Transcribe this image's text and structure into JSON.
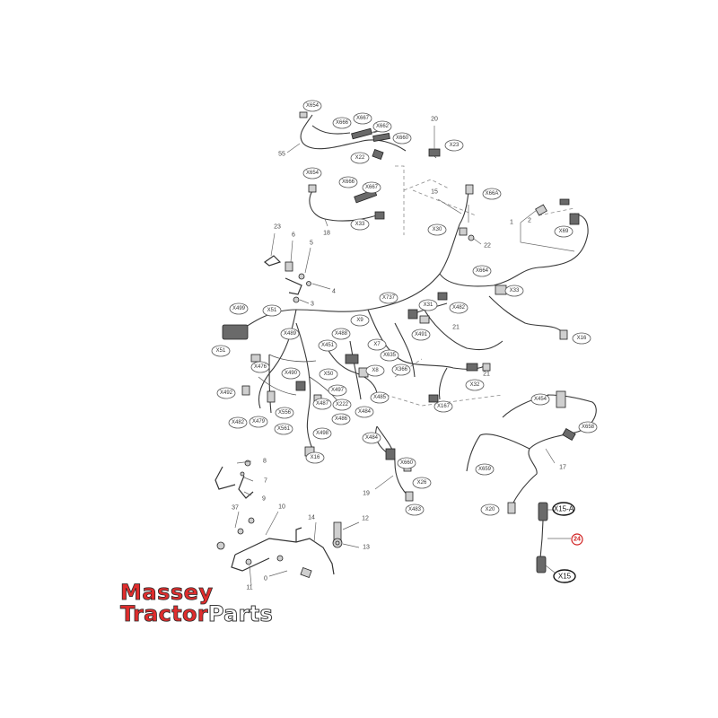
{
  "logo": {
    "line1": "Massey",
    "line2_red": "Tractor",
    "line2_outline": "Parts"
  },
  "highlight_color": "#d02020",
  "brand_color": "#e02d2d",
  "connector_tags": [
    {
      "id": "t1",
      "label": "X654"
    },
    {
      "id": "t2",
      "label": "X666"
    },
    {
      "id": "t3",
      "label": "X667"
    },
    {
      "id": "t4",
      "label": "X662"
    },
    {
      "id": "t5",
      "label": "X660"
    },
    {
      "id": "t6",
      "label": "X22"
    },
    {
      "id": "t7",
      "label": "X654"
    },
    {
      "id": "t8",
      "label": "X666"
    },
    {
      "id": "t9",
      "label": "X667"
    },
    {
      "id": "t10",
      "label": "X33"
    },
    {
      "id": "t11",
      "label": "X23"
    },
    {
      "id": "t12",
      "label": "X66A"
    },
    {
      "id": "t13",
      "label": "X30"
    },
    {
      "id": "t14",
      "label": "X69"
    },
    {
      "id": "t15",
      "label": "X664"
    },
    {
      "id": "t16",
      "label": "X33"
    },
    {
      "id": "t17",
      "label": "X737"
    },
    {
      "id": "t18",
      "label": "X482"
    },
    {
      "id": "t19",
      "label": "X31"
    },
    {
      "id": "t20",
      "label": "X16"
    },
    {
      "id": "t21",
      "label": "X499"
    },
    {
      "id": "t22",
      "label": "X51"
    },
    {
      "id": "t23",
      "label": "X489"
    },
    {
      "id": "t24",
      "label": "X9"
    },
    {
      "id": "t25",
      "label": "X491"
    },
    {
      "id": "t26",
      "label": "X488"
    },
    {
      "id": "t27",
      "label": "X451"
    },
    {
      "id": "t28",
      "label": "X7"
    },
    {
      "id": "t29",
      "label": "X51"
    },
    {
      "id": "t30",
      "label": "X476"
    },
    {
      "id": "t31",
      "label": "X490"
    },
    {
      "id": "t32",
      "label": "X635"
    },
    {
      "id": "t33",
      "label": "X8"
    },
    {
      "id": "t34",
      "label": "X366"
    },
    {
      "id": "t35",
      "label": "X32"
    },
    {
      "id": "t36",
      "label": "X50"
    },
    {
      "id": "t37",
      "label": "X497"
    },
    {
      "id": "t38",
      "label": "X487"
    },
    {
      "id": "t39",
      "label": "X222"
    },
    {
      "id": "t40",
      "label": "X485"
    },
    {
      "id": "t41",
      "label": "X492"
    },
    {
      "id": "t42",
      "label": "X556"
    },
    {
      "id": "t43",
      "label": "X484"
    },
    {
      "id": "t44",
      "label": "X486"
    },
    {
      "id": "t45",
      "label": "X167"
    },
    {
      "id": "t46",
      "label": "X454"
    },
    {
      "id": "t47",
      "label": "X658"
    },
    {
      "id": "t48",
      "label": "X482"
    },
    {
      "id": "t49",
      "label": "X479"
    },
    {
      "id": "t50",
      "label": "X561"
    },
    {
      "id": "t51",
      "label": "X498"
    },
    {
      "id": "t52",
      "label": "X484"
    },
    {
      "id": "t53",
      "label": "X16"
    },
    {
      "id": "t54",
      "label": "X660"
    },
    {
      "id": "t55",
      "label": "X659"
    },
    {
      "id": "t56",
      "label": "X26"
    },
    {
      "id": "t57",
      "label": "X483"
    },
    {
      "id": "t58",
      "label": "X20"
    }
  ],
  "callouts": [
    {
      "id": "c55",
      "label": "55"
    },
    {
      "id": "c20",
      "label": "20"
    },
    {
      "id": "c15",
      "label": "15"
    },
    {
      "id": "c18",
      "label": "18"
    },
    {
      "id": "c1",
      "label": "1"
    },
    {
      "id": "c2",
      "label": "2"
    },
    {
      "id": "c22",
      "label": "22"
    },
    {
      "id": "c23",
      "label": "23"
    },
    {
      "id": "c6",
      "label": "6"
    },
    {
      "id": "c5",
      "label": "5"
    },
    {
      "id": "c4",
      "label": "4"
    },
    {
      "id": "c3",
      "label": "3"
    },
    {
      "id": "c21a",
      "label": "21"
    },
    {
      "id": "c21b",
      "label": "21"
    },
    {
      "id": "c17",
      "label": "17"
    },
    {
      "id": "c19",
      "label": "19"
    },
    {
      "id": "c8",
      "label": "8"
    },
    {
      "id": "c7",
      "label": "7"
    },
    {
      "id": "c9",
      "label": "9"
    },
    {
      "id": "c10",
      "label": "10"
    },
    {
      "id": "c37",
      "label": "37"
    },
    {
      "id": "c14",
      "label": "14"
    },
    {
      "id": "c12",
      "label": "12"
    },
    {
      "id": "c13",
      "label": "13"
    },
    {
      "id": "c0",
      "label": "0"
    },
    {
      "id": "c11",
      "label": "11"
    }
  ],
  "highlighted_part": {
    "number": "24",
    "connector_top": "X15-A",
    "connector_bottom": "X15"
  }
}
